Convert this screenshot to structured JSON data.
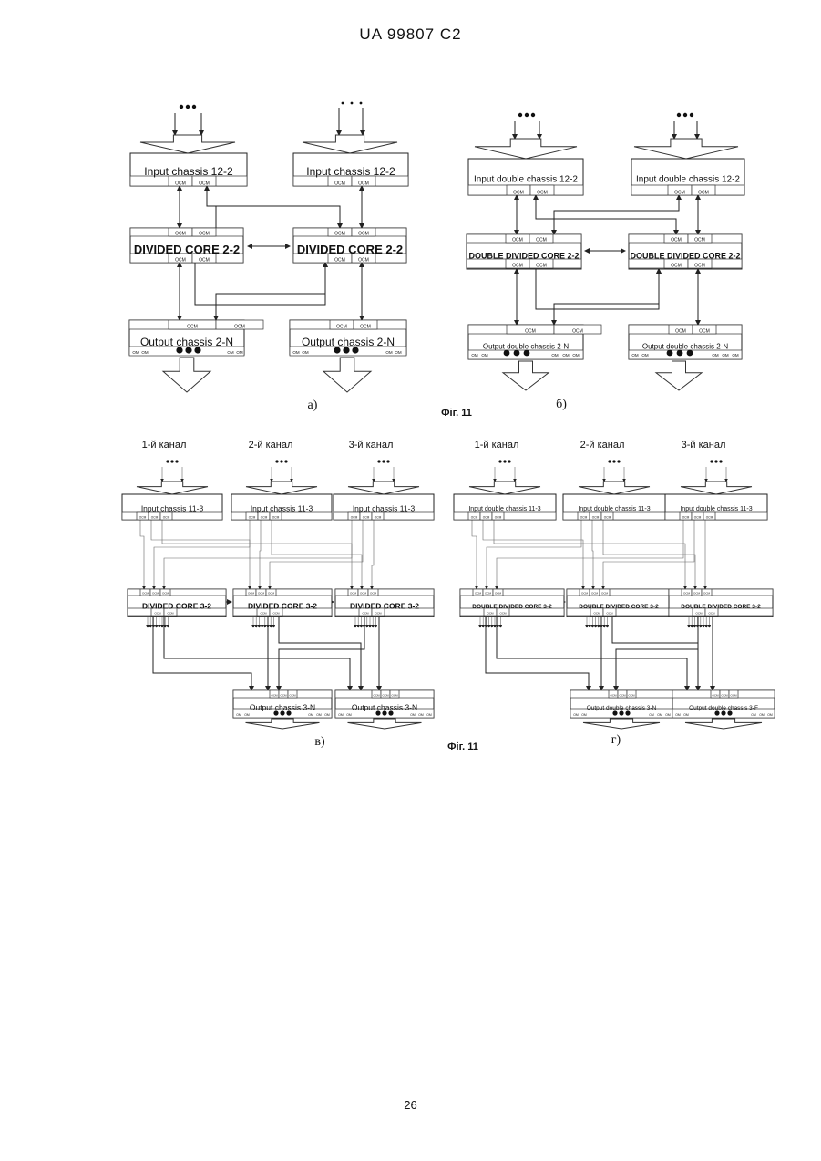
{
  "header": {
    "text": "UA   99807   C2"
  },
  "page_number": "26",
  "figure_label": "Фіг. 11",
  "subfigure_labels": {
    "a": "а)",
    "b": "б)",
    "c": "в)",
    "d": "г)"
  },
  "dots": "• • •",
  "port_labels": {
    "ocm": "OCM",
    "om": "OM"
  },
  "channels": [
    "1-й канал",
    "2-й канал",
    "3-й канал"
  ],
  "panel_a": {
    "input_left": "Input chassis 12-2",
    "input_right": "Input chassis 12-2",
    "core_left": "DIVIDED CORE 2-2",
    "core_right": "DIVIDED CORE 2-2",
    "output_left": "Output chassis 2-N",
    "output_right": "Output chassis 2-N"
  },
  "panel_b": {
    "input_left": "Input double chassis 12-2",
    "input_right": "Input double chassis 12-2",
    "core_left": "DOUBLE DIVIDED CORE 2-2",
    "core_right": "DOUBLE DIVIDED CORE 2-2",
    "output_left": "Output double chassis 2-N",
    "output_right": "Output double chassis 2-N"
  },
  "panel_c": {
    "inputs": [
      "Input chassis 11-3",
      "Input chassis 11-3",
      "Input chassis 11-3"
    ],
    "cores": [
      "DIVIDED CORE 3-2",
      "DIVIDED CORE 3-2",
      "DIVIDED CORE 3-2"
    ],
    "outputs": [
      "Output chassis 3-N",
      "Output chassis 3-N"
    ]
  },
  "panel_d": {
    "inputs": [
      "Input double chassis 11-3",
      "Input double chassis 11-3",
      "Input double chassis 11-3"
    ],
    "cores": [
      "DOUBLE DIVIDED CORE 3-2",
      "DOUBLE DIVIDED CORE 3-2",
      "DOUBLE DIVIDED CORE 3-2"
    ],
    "outputs": [
      "Output double chassis 3-N",
      "Output double chassis 3-F"
    ]
  }
}
